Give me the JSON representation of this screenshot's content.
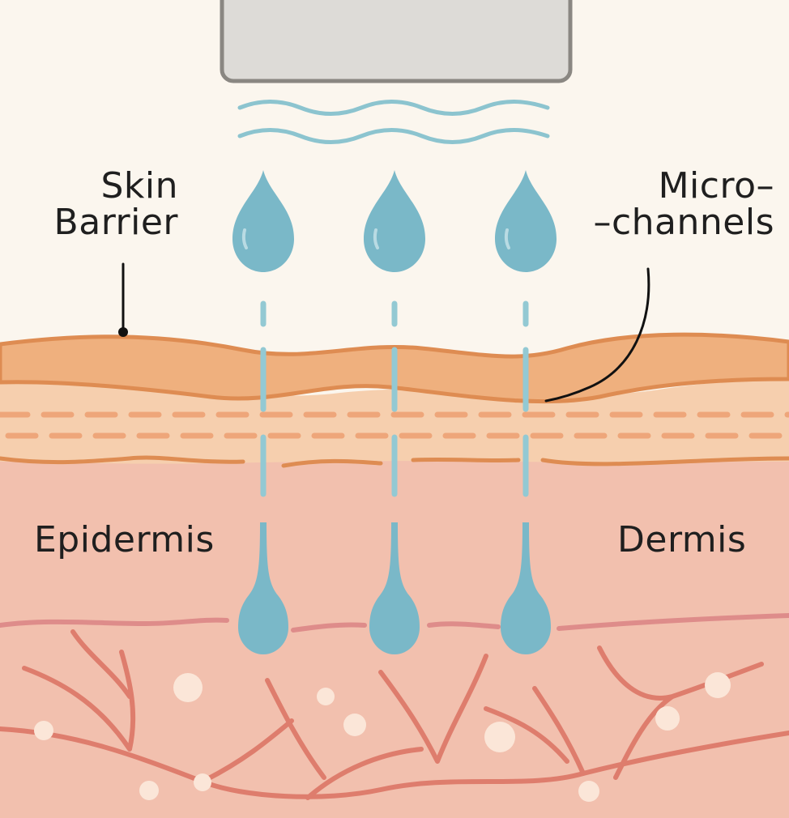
{
  "labels": {
    "skin_barrier": [
      "Skin",
      "Barrier"
    ],
    "microchannels": [
      "Micro–",
      "–channels"
    ],
    "epidermis": "Epidermis",
    "dermis": "Dermis"
  },
  "colors": {
    "background": "#fbf6ee",
    "device": "#dddbd7",
    "device_outline": "#8a8782",
    "wave": "#8cc4cf",
    "droplet": "#7ab8c8",
    "channel": "#93c9d3",
    "barrier_layer": "#efb07e",
    "barrier_line": "#de8c52",
    "upper_layer": "#f6cfae",
    "dermis": "#f2c0ae",
    "vessel": "#de7d6d",
    "fat_cell": "#fbe6d8",
    "leader_line": "#111111"
  },
  "icons": [
    "applicator-device",
    "vibration-wave-icon",
    "serum-droplet-icon",
    "blood-vessel",
    "fat-cell"
  ]
}
